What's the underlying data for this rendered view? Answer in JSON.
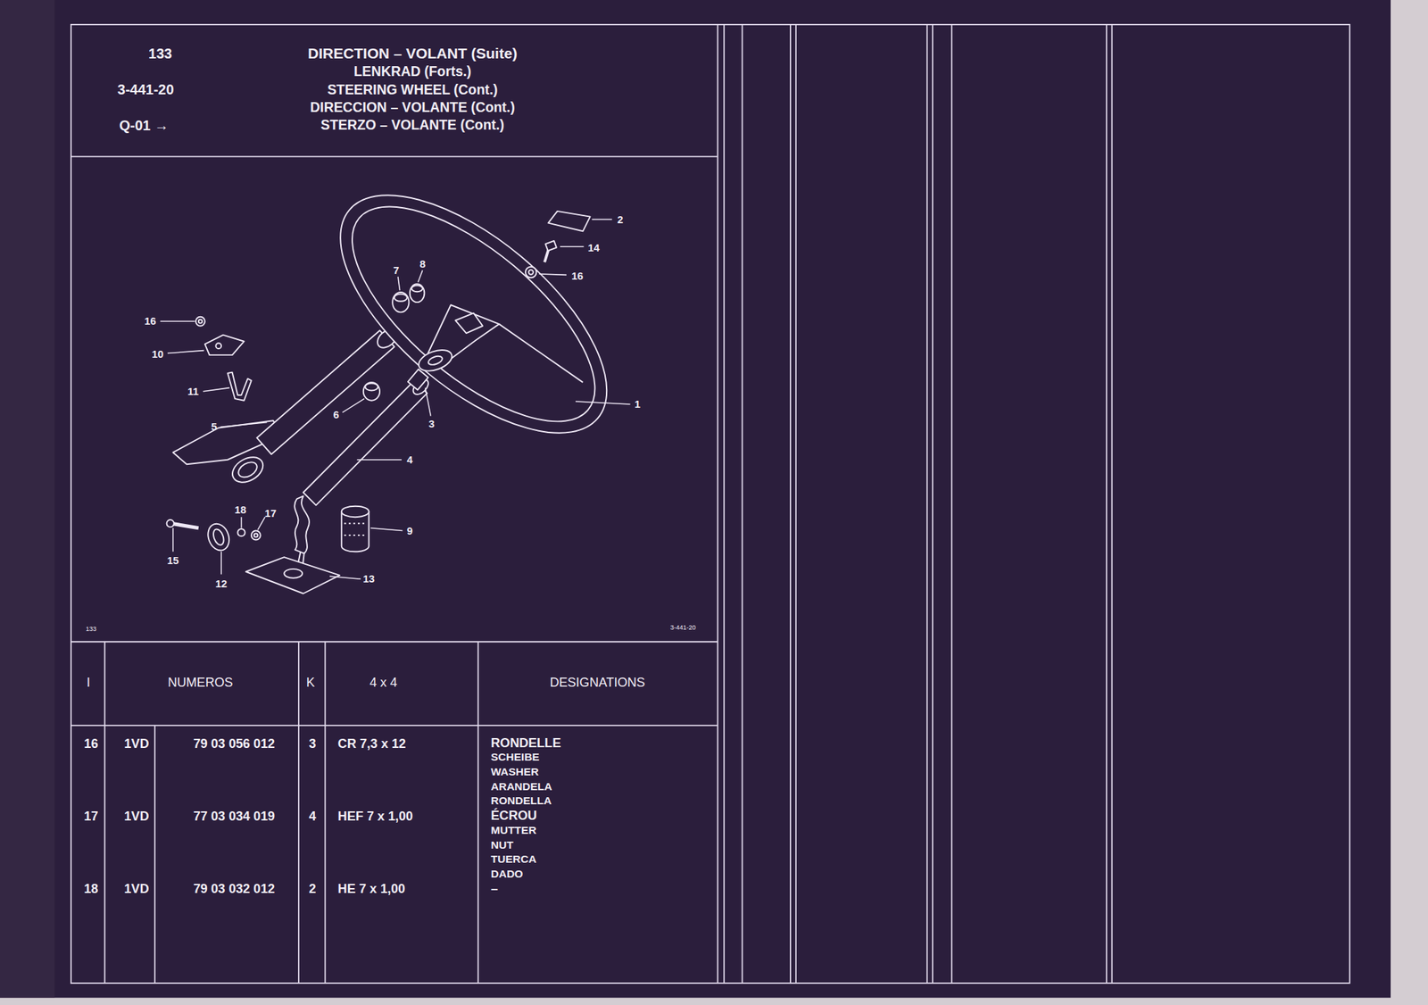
{
  "diagram": {
    "title": "DIRECTION – VOLANT (Suite)",
    "labels": [
      "133",
      "3-441-20",
      "Q-01 →",
      "LENKRAD (Forts.)",
      "STEERING WHEEL (Cont.)",
      "DIRECCION – VOLANTE (Cont.)",
      "STERZO – VOLANTE (Cont.)",
      "2",
      "14",
      "16",
      "7",
      "8",
      "16",
      "10",
      "11",
      "5",
      "6",
      "3",
      "1",
      "4",
      "18",
      "17",
      "15",
      "12",
      "9",
      "13",
      "133",
      "3-441-20",
      "I",
      "NUMEROS",
      "K",
      "4 x 4",
      "DESIGNATIONS",
      "16",
      "1VD",
      "79 03 056 012",
      "3",
      "CR 7,3 x 12",
      "RONDELLE",
      "SCHEIBE",
      "WASHER",
      "ARANDELA",
      "RONDELLA",
      "17",
      "1VD",
      "77 03 034 019",
      "4",
      "HEF 7 x 1,00",
      "ÉCROU",
      "MUTTER",
      "NUT",
      "TUERCA",
      "DADO",
      "18",
      "1VD",
      "79 03 032 012",
      "2",
      "HE 7 x 1,00",
      "–"
    ]
  }
}
